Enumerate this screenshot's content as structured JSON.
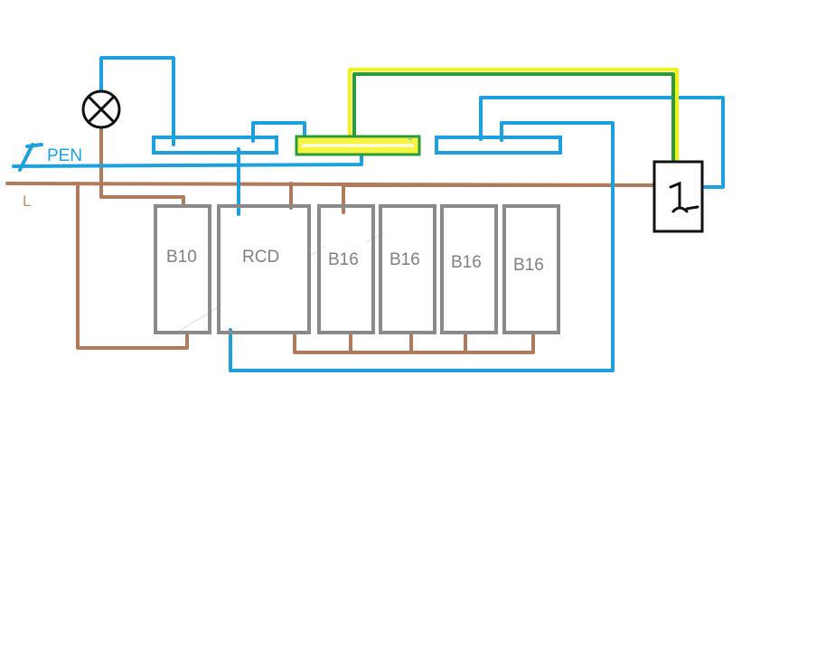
{
  "diagram": {
    "supply": {
      "pen_label": "PEN",
      "l_label": "L"
    },
    "breakers": [
      {
        "id": "b10",
        "label": "B10"
      },
      {
        "id": "rcd",
        "label": "RCD"
      },
      {
        "id": "b16-1",
        "label": "B16"
      },
      {
        "id": "b16-2",
        "label": "B16"
      },
      {
        "id": "b16-3",
        "label": "B16"
      },
      {
        "id": "b16-4",
        "label": "B16"
      }
    ],
    "wire_colors": {
      "line": "#b07a5c",
      "neutral": "#1ea0dc",
      "protective_earth_outer": "#f2f20e",
      "protective_earth_inner": "#2a9a3a"
    }
  }
}
